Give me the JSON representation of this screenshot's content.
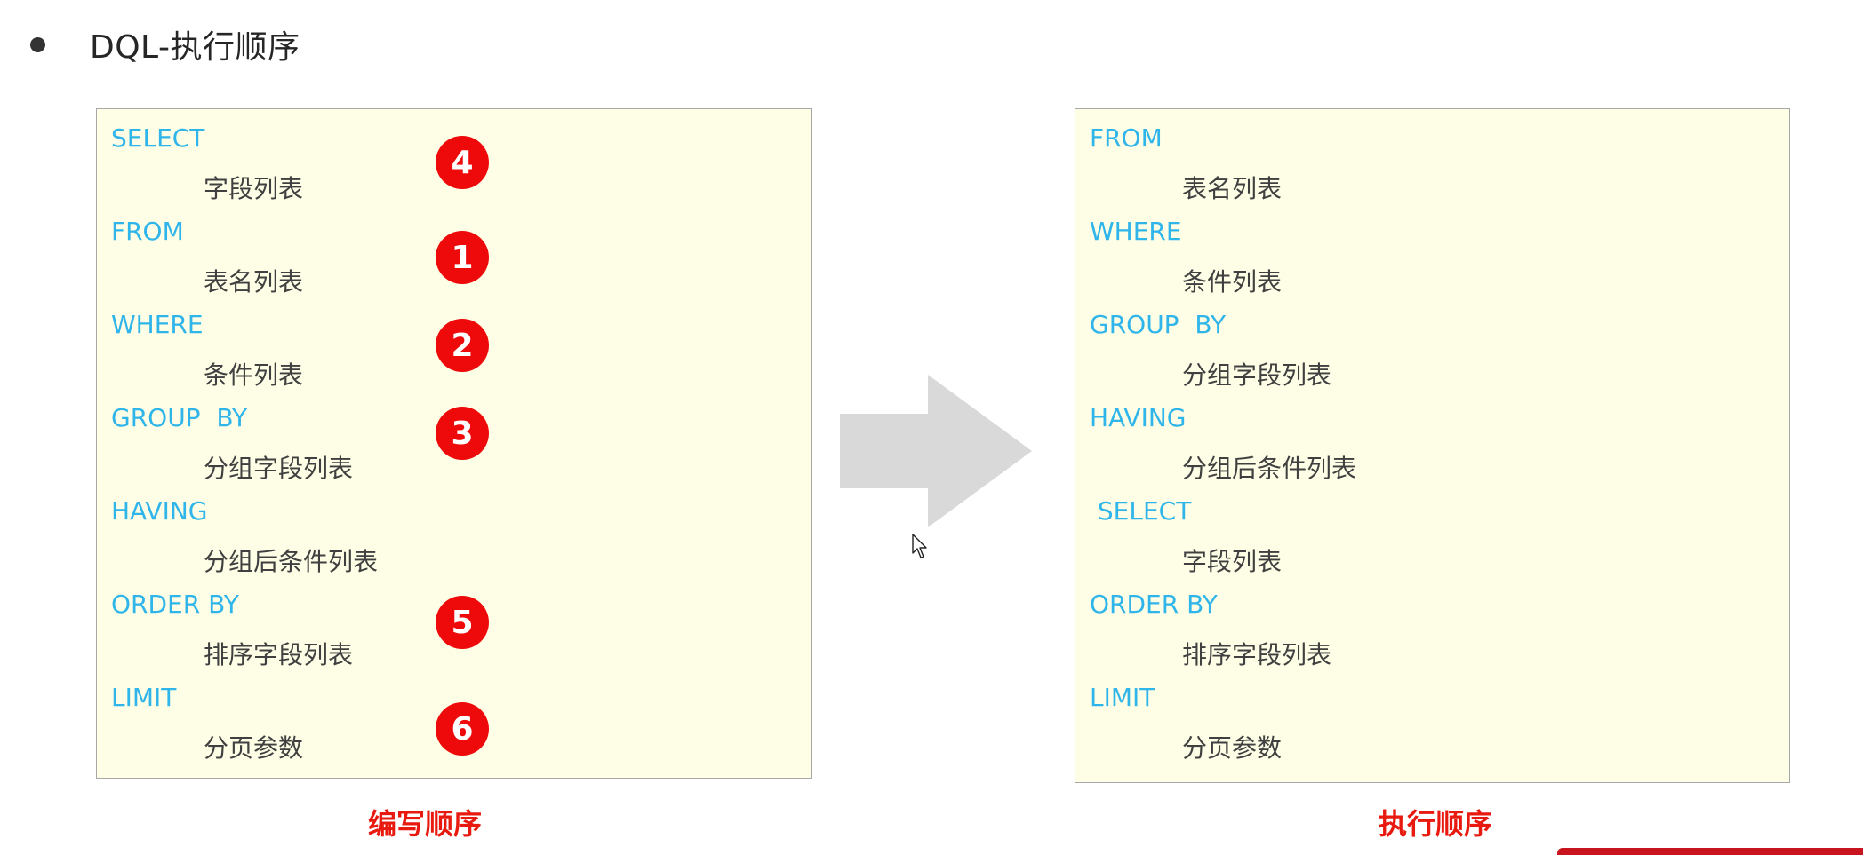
{
  "heading": {
    "title": "DQL-执行顺序"
  },
  "left_panel": {
    "caption": "编写顺序",
    "rows": [
      {
        "keyword": "SELECT",
        "argument": "字段列表",
        "step": "4"
      },
      {
        "keyword": "FROM",
        "argument": "表名列表",
        "step": "1"
      },
      {
        "keyword": "WHERE",
        "argument": "条件列表",
        "step": "2"
      },
      {
        "keyword": "GROUP  BY",
        "argument": "分组字段列表",
        "step": "3"
      },
      {
        "keyword": "HAVING",
        "argument": "分组后条件列表",
        "step": ""
      },
      {
        "keyword": "ORDER BY",
        "argument": "排序字段列表",
        "step": "5"
      },
      {
        "keyword": "LIMIT",
        "argument": "分页参数",
        "step": "6"
      }
    ]
  },
  "right_panel": {
    "caption": "执行顺序",
    "rows": [
      {
        "keyword": "FROM",
        "argument": "表名列表"
      },
      {
        "keyword": "WHERE",
        "argument": "条件列表"
      },
      {
        "keyword": "GROUP  BY",
        "argument": "分组字段列表"
      },
      {
        "keyword": "HAVING",
        "argument": "分组后条件列表"
      },
      {
        "keyword": " SELECT",
        "argument": "字段列表"
      },
      {
        "keyword": "ORDER BY",
        "argument": "排序字段列表"
      },
      {
        "keyword": "LIMIT",
        "argument": "分页参数"
      }
    ]
  },
  "colors": {
    "keyword": "#2fb5ea",
    "argument": "#404040",
    "badge": "#ee0a0a",
    "caption": "#e8190f",
    "panel_bg": "#fefee6",
    "arrow": "#d9d9d9"
  },
  "icons": {
    "arrow": "right-arrow-icon",
    "cursor": "mouse-cursor-icon",
    "step": "numbered-circle-icon"
  }
}
